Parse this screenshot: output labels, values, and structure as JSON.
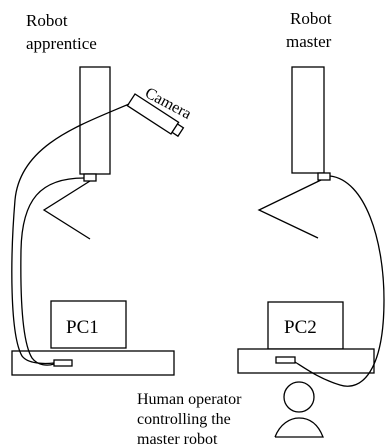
{
  "apprentice_label": [
    "Robot",
    "apprentice"
  ],
  "master_label": [
    "Robot",
    "master"
  ],
  "camera_label": "Camera",
  "pc1_label": "PC1",
  "pc2_label": "PC2",
  "operator_label": [
    "Human operator",
    "controlling the",
    "master robot"
  ]
}
